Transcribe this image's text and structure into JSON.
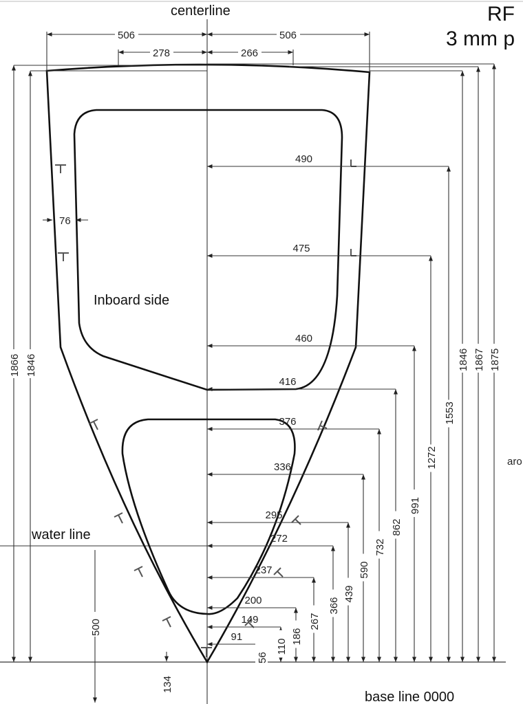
{
  "title": {
    "line1": "RF",
    "line2": "3 mm p"
  },
  "labels": {
    "centerline": "centerline",
    "inboard": "Inboard side",
    "waterline": "water line",
    "baseline": "base line 0000",
    "side_fragment": "aro"
  },
  "top_dims": {
    "half_left": "506",
    "half_right": "506",
    "inner_left": "278",
    "inner_right": "266"
  },
  "frame_width": "76",
  "half_breadths": [
    "490",
    "475",
    "460",
    "416",
    "376",
    "336",
    "295",
    "272",
    "237",
    "200",
    "149",
    "91"
  ],
  "heights": [
    "1553",
    "1272",
    "991",
    "862",
    "732",
    "590",
    "439",
    "366",
    "267",
    "186",
    "110",
    "56"
  ],
  "overall_heights_right": [
    "1846",
    "1867",
    "1875"
  ],
  "overall_heights_left": [
    "1866",
    "1846"
  ],
  "waterline_height": "500",
  "bottom_offset": "134"
}
